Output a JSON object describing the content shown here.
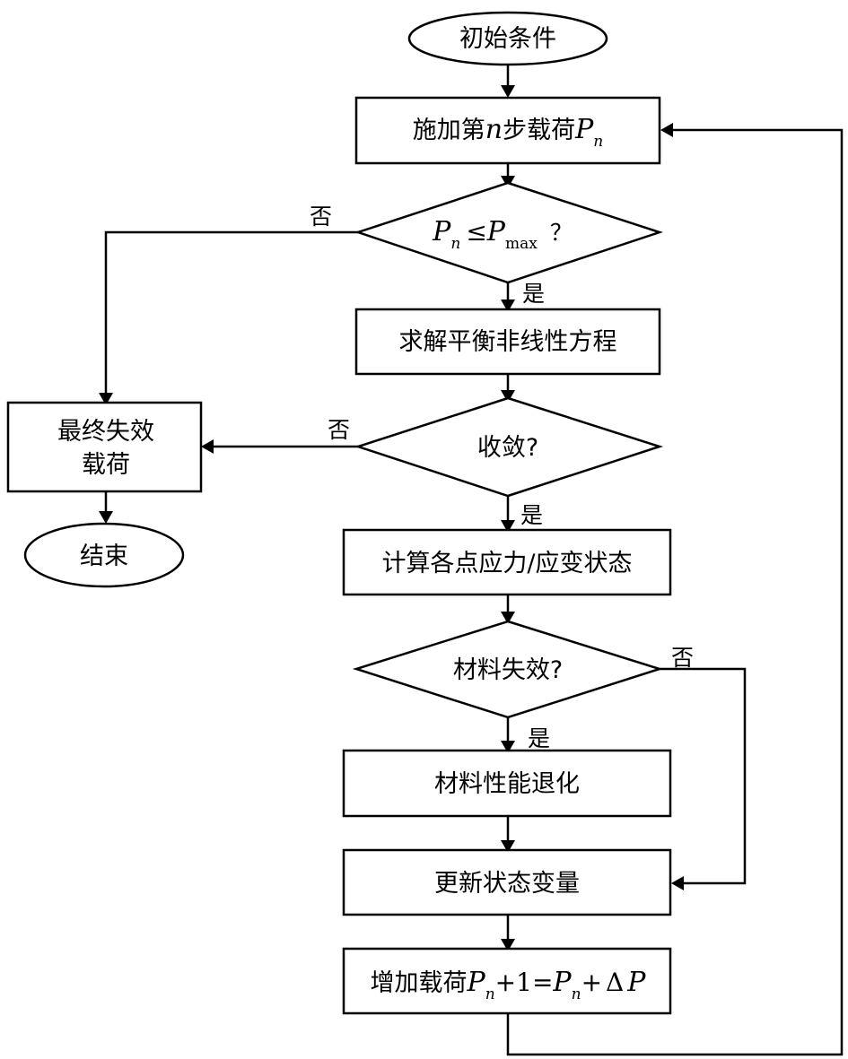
{
  "nodes": {
    "start": "初始条件",
    "apply_load": {
      "prefix": "施加第",
      "n": "n",
      "suffix": "步载荷",
      "P": "P",
      "sub": "n"
    },
    "check_load": {
      "P": "P",
      "sub_n": "n",
      "leq": "≤",
      "P2": "P",
      "sub_max": "max",
      "q": "？"
    },
    "solve": "求解平衡非线性方程",
    "converge": "收敛?",
    "final_failure_line1": "最终失效",
    "final_failure_line2": "载荷",
    "end": "结束",
    "compute_stress": "计算各点应力/应变状态",
    "material_failure": "材料失效?",
    "degrade": "材料性能退化",
    "update_state": "更新状态变量",
    "increment": {
      "prefix": "增加载荷",
      "P": "P",
      "sub": "n",
      "plus1": "+1=",
      "P2": "P",
      "sub2": "n",
      "plus": "+",
      "delta": "Δ",
      "P3": "P"
    }
  },
  "edge_labels": {
    "no_load": "否",
    "yes_load": "是",
    "no_converge": "否",
    "yes_converge": "是",
    "no_failure": "否",
    "yes_failure": "是"
  }
}
